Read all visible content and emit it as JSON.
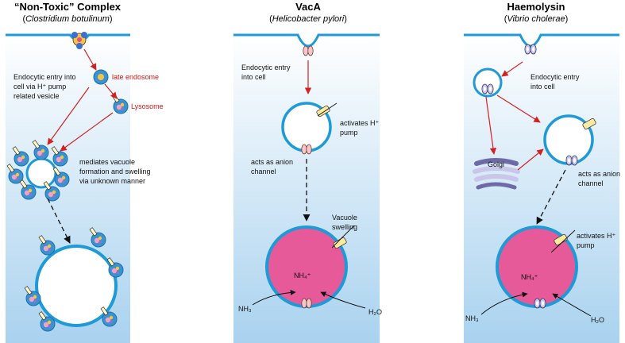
{
  "panels": [
    {
      "title": "“Non-Toxic” Complex",
      "subtitle_species": "Clostridium botulinum",
      "labels": {
        "entry": [
          "Endocytic entry into",
          "cell via H⁺ pump",
          "related vesicle"
        ],
        "late_endosome": "late endosome",
        "lysosome": "Lysosome",
        "mediates": [
          "mediates vacuole",
          "formation and swelling",
          "via unknown manner"
        ]
      }
    },
    {
      "title": "VacA",
      "subtitle_species": "Helicobacter pylori",
      "labels": {
        "entry": [
          "Endocytic entry",
          "into cell"
        ],
        "activates": [
          "activates H⁺",
          "pump"
        ],
        "anion": [
          "acts as anion",
          "channel"
        ],
        "swelling": [
          "Vacuole",
          "swelling"
        ],
        "nh4": "NH₄⁺",
        "nh3": "NH₃",
        "h2o": "H₂O"
      }
    },
    {
      "title": "Haemolysin",
      "subtitle_species": "Vibrio cholerae",
      "labels": {
        "entry": [
          "Endocytic entry",
          "into cell"
        ],
        "golgi": "Golgi",
        "anion": [
          "acts as anion",
          "channel"
        ],
        "activates": [
          "activates H⁺",
          "pump"
        ],
        "nh4": "NH₄⁺",
        "nh3": "NH₃",
        "h2o": "H₂O"
      }
    }
  ],
  "colors": {
    "membrane": "#1e9ad6",
    "bg_top": "#ffffff",
    "bg_bottom": "#a9d2ef",
    "vacuole_fill": "#e75a9a",
    "arrow_red": "#d42020"
  }
}
